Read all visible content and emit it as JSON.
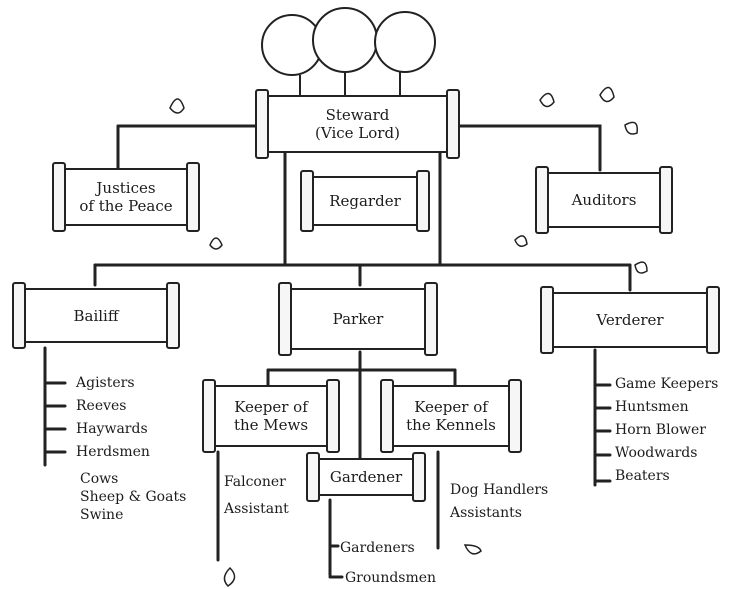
{
  "chart": {
    "roles": {
      "steward": "Steward\n(Vice Lord)",
      "justices": "Justices\nof the Peace",
      "regarder": "Regarder",
      "auditors": "Auditors",
      "bailiff": "Bailiff",
      "parker": "Parker",
      "verderer": "Verderer",
      "keeper_mews": "Keeper of\nthe Mews",
      "keeper_kennels": "Keeper of\nthe Kennels",
      "gardener": "Gardener"
    },
    "bailiff_staff": [
      "Agisters",
      "Reeves",
      "Haywards",
      "Herdsmen"
    ],
    "livestock": [
      "Cows",
      "Sheep & Goats",
      "Swine"
    ],
    "verderer_staff": [
      "Game Keepers",
      "Huntsmen",
      "Horn Blower",
      "Woodwards",
      "Beaters"
    ],
    "mews_staff": [
      "Falconer",
      "Assistant"
    ],
    "kennels_staff": [
      "Dog Handlers",
      "Assistants"
    ],
    "gardener_staff": [
      "Gardeners",
      "Groundsmen"
    ]
  }
}
